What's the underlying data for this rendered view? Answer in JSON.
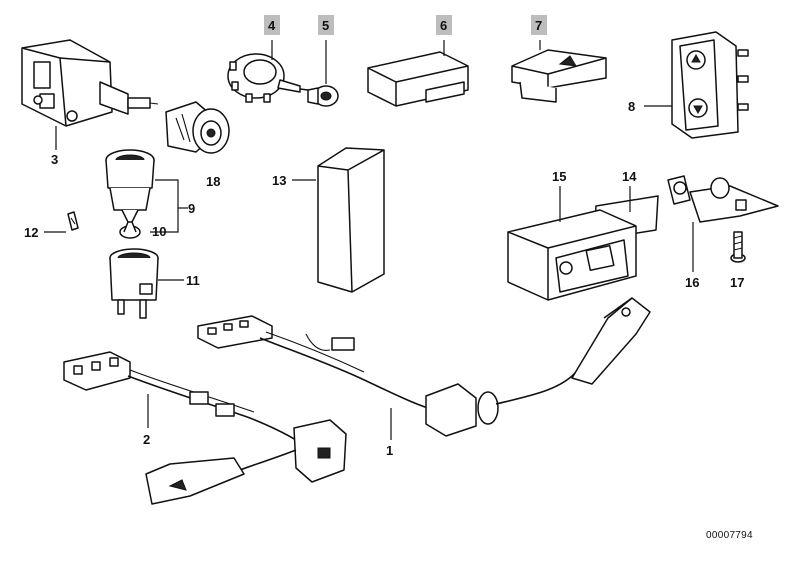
{
  "diagram": {
    "reference_number": "00007794",
    "labels": {
      "p1": "1",
      "p2": "2",
      "p3": "3",
      "p4": "4",
      "p5": "5",
      "p6": "6",
      "p7": "7",
      "p8": "8",
      "p9": "9",
      "p10": "10",
      "p11": "11",
      "p12": "12",
      "p13": "13",
      "p14": "14",
      "p15": "15",
      "p16": "16",
      "p17": "17",
      "p18": "18"
    },
    "highlighted_labels": [
      "4",
      "5",
      "6",
      "7"
    ],
    "colors": {
      "line": "#111111",
      "highlight_box": "#bdbdbd",
      "background": "#ffffff"
    }
  }
}
